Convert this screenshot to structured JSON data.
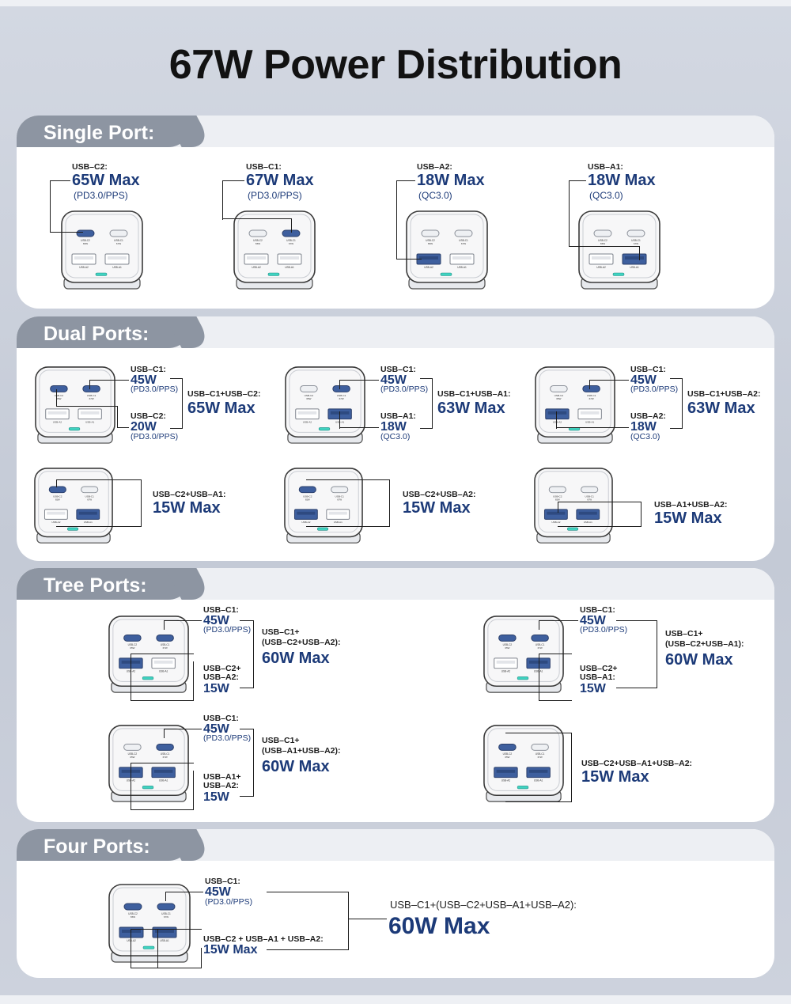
{
  "title": "67W Power Distribution",
  "sections": {
    "single": "Single Port:",
    "dual": "Dual Ports:",
    "tree": "Tree Ports:",
    "four": "Four Ports:"
  },
  "port_labels": {
    "usb_c2": "USB-C2",
    "usb_c1": "USB-C1",
    "usb_a2": "USB-A2",
    "usb_a1": "USB-A1",
    "w65": "65W",
    "w67": "67W"
  },
  "single": [
    {
      "port": "USB–C2:",
      "watts": "65W Max",
      "proto": "(PD3.0/PPS)"
    },
    {
      "port": "USB–C1:",
      "watts": "67W Max",
      "proto": "(PD3.0/PPS)"
    },
    {
      "port": "USB–A2:",
      "watts": "18W Max",
      "proto": "(QC3.0)"
    },
    {
      "port": "USB–A1:",
      "watts": "18W Max",
      "proto": "(QC3.0)"
    }
  ],
  "dual_top": [
    {
      "p1": "USB–C1:",
      "w1": "45W",
      "s1": "(PD3.0/PPS)",
      "p2": "USB–C2:",
      "w2": "20W",
      "s2": "(PD3.0/PPS)",
      "combo": "USB–C1+USB–C2:",
      "total": "65W Max"
    },
    {
      "p1": "USB–C1:",
      "w1": "45W",
      "s1": "(PD3.0/PPS)",
      "p2": "USB–A1:",
      "w2": "18W",
      "s2": "(QC3.0)",
      "combo": "USB–C1+USB–A1:",
      "total": "63W Max"
    },
    {
      "p1": "USB–C1:",
      "w1": "45W",
      "s1": "(PD3.0/PPS)",
      "p2": "USB–A2:",
      "w2": "18W",
      "s2": "(QC3.0)",
      "combo": "USB–C1+USB–A2:",
      "total": "63W Max"
    }
  ],
  "dual_bottom": [
    {
      "combo": "USB–C2+USB–A1:",
      "total": "15W Max"
    },
    {
      "combo": "USB–C2+USB–A2:",
      "total": "15W Max"
    },
    {
      "combo": "USB–A1+USB–A2:",
      "total": "15W Max"
    }
  ],
  "tree": [
    {
      "p1": "USB–C1:",
      "w1": "45W",
      "s1": "(PD3.0/PPS)",
      "p2a": "USB–C2+",
      "p2b": "USB–A2:",
      "w2": "15W",
      "combo1": "USB–C1+",
      "combo2": "(USB–C2+USB–A2):",
      "total": "60W Max"
    },
    {
      "p1": "USB–C1:",
      "w1": "45W",
      "s1": "(PD3.0/PPS)",
      "p2a": "USB–C2+",
      "p2b": "USB–A1:",
      "w2": "15W",
      "combo1": "USB–C1+",
      "combo2": "(USB–C2+USB–A1):",
      "total": "60W Max"
    },
    {
      "p1": "USB–C1:",
      "w1": "45W",
      "s1": "(PD3.0/PPS)",
      "p2a": "USB–A1+",
      "p2b": "USB–A2:",
      "w2": "15W",
      "combo1": "USB–C1+",
      "combo2": "(USB–A1+USB–A2):",
      "total": "60W Max"
    },
    {
      "combo": "USB–C2+USB–A1+USB–A2:",
      "total": "15W Max"
    }
  ],
  "four": {
    "p1": "USB–C1:",
    "w1": "45W",
    "s1": "(PD3.0/PPS)",
    "p2": "USB–C2 + USB–A1 + USB–A2:",
    "w2": "15W Max",
    "combo": "USB–C1+(USB–C2+USB–A1+USB–A2):",
    "total": "60W Max"
  },
  "colors": {
    "accent": "#1c3a78",
    "active_port": "#3e5f9e",
    "tab": "#8d95a2",
    "led": "#3fd3c0"
  }
}
